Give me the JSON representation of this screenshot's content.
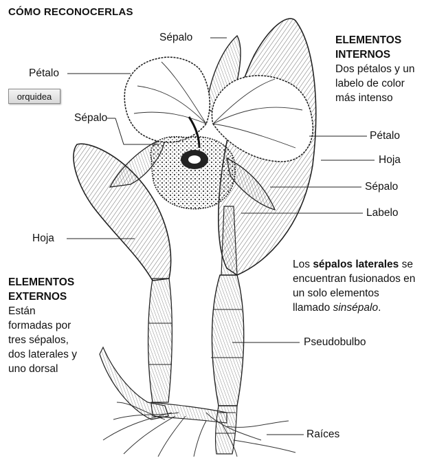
{
  "title": "CÓMO RECONOCERLAS",
  "tag_button": "orquidea",
  "labels": {
    "sepalo_top": "Sépalo",
    "petalo_left": "Pétalo",
    "sepalo_left": "Sépalo",
    "hoja_left": "Hoja",
    "petalo_right": "Pétalo",
    "hoja_right": "Hoja",
    "sepalo_right": "Sépalo",
    "labelo": "Labelo",
    "pseudobulbo": "Pseudobulbo",
    "raices": "Raíces"
  },
  "internal": {
    "heading_line1": "ELEMENTOS",
    "heading_line2": "INTERNOS",
    "text_line1": "Dos pétalos y un",
    "text_line2": "labelo de color",
    "text_line3": "más intenso"
  },
  "external": {
    "heading_line1": "ELEMENTOS",
    "heading_line2": "EXTERNOS",
    "text_line1": "Están",
    "text_line2": "formadas por",
    "text_line3": "tres sépalos,",
    "text_line4": "dos laterales y",
    "text_line5": "uno dorsal"
  },
  "note": {
    "line1_pre": "Los ",
    "line1_bold": "sépalos laterales",
    "line1_post": " se",
    "line2": "encuentran fusionados en",
    "line3": "un solo elementos",
    "line4_pre": "llamado ",
    "line4_em": "sinsépalo",
    "line4_post": "."
  }
}
